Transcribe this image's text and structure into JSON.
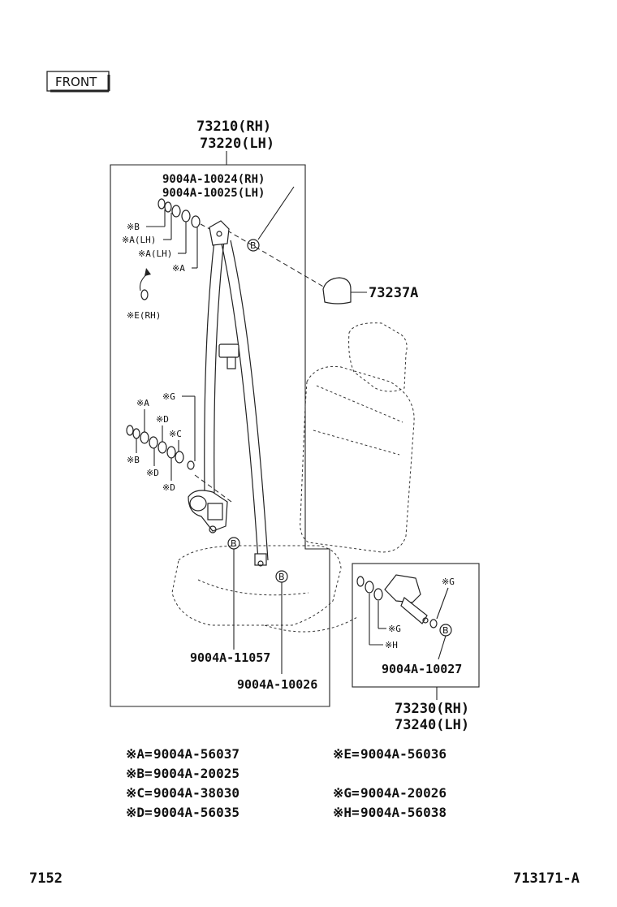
{
  "front_label": "FRONT",
  "assembly_upper": {
    "rh": "73210(RH)",
    "lh": "73220(LH)"
  },
  "assembly_lower": {
    "rh": "73230(RH)",
    "lh": "73240(LH)"
  },
  "parts": {
    "bolt_rh": "9004A-10024(RH)",
    "bolt_lh": "9004A-10025(LH)",
    "cover": "73237A",
    "bolt_11057": "9004A-11057",
    "bolt_10026": "9004A-10026",
    "bolt_10027": "9004A-10027"
  },
  "callouts": {
    "b": "※B",
    "a_lh_1": "※A(LH)",
    "a_lh_2": "※A(LH)",
    "a": "※A",
    "e_rh": "※E(RH)",
    "g": "※G",
    "a2": "※A",
    "d": "※D",
    "c": "※C",
    "b2": "※B",
    "d2": "※D",
    "d3": "※D",
    "g_box": "※G",
    "g_box2": "※G",
    "h_box": "※H",
    "circle_b": "B"
  },
  "legend": [
    {
      "key": "※A=",
      "value": "9004A-56037"
    },
    {
      "key": "※B=",
      "value": "9004A-20025"
    },
    {
      "key": "※C=",
      "value": "9004A-38030"
    },
    {
      "key": "※D=",
      "value": "9004A-56035"
    },
    {
      "key": "※E=",
      "value": "9004A-56036"
    },
    {
      "key": "※G=",
      "value": "9004A-20026"
    },
    {
      "key": "※H=",
      "value": "9004A-56038"
    }
  ],
  "footer": {
    "left": "7152",
    "right": "713171-A"
  }
}
